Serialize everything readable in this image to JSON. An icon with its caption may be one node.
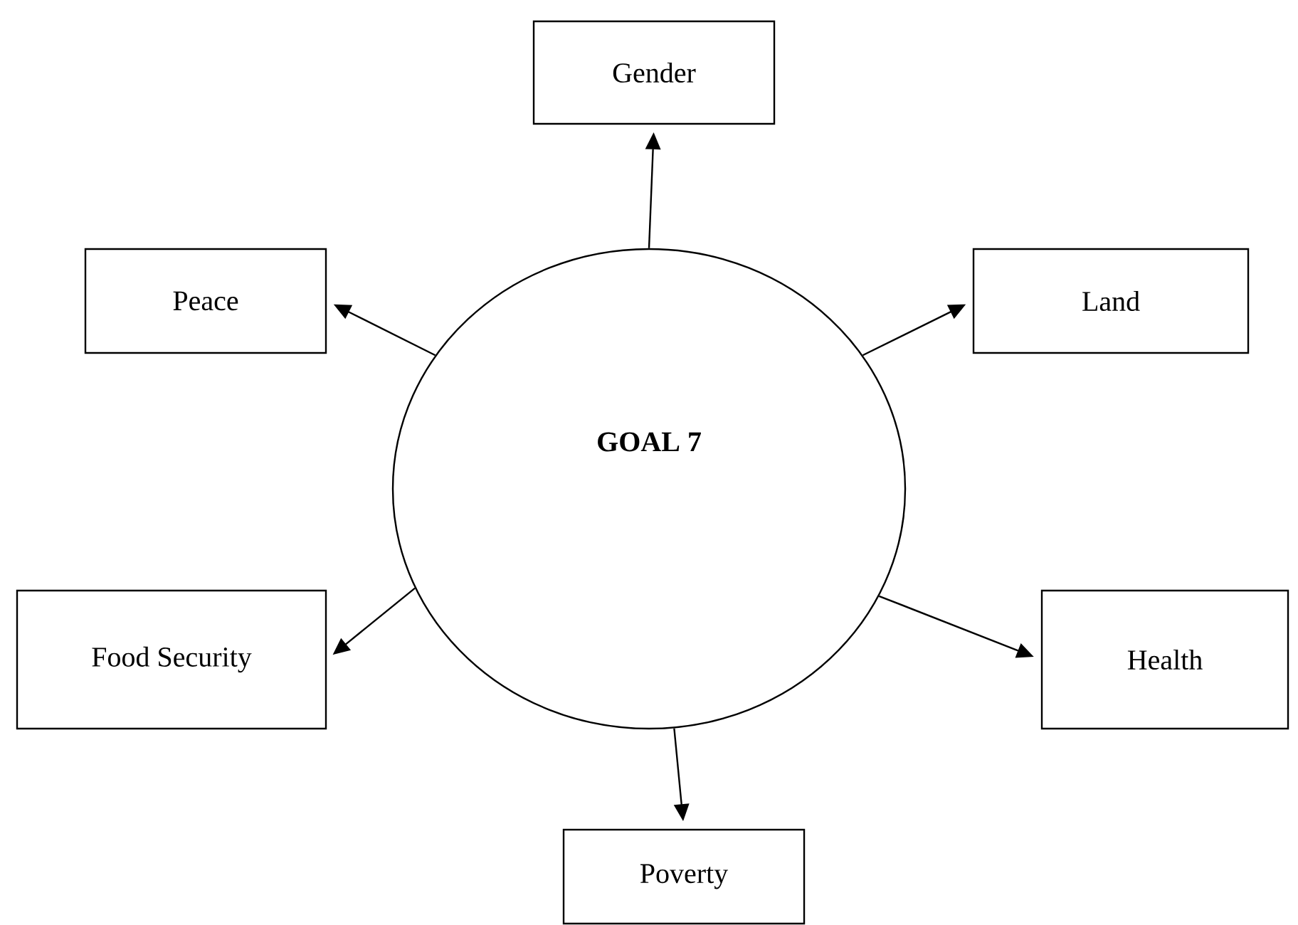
{
  "diagram": {
    "nodes": [
      {
        "text": [
          "Gender"
        ]
      },
      {
        "text": [
          "Peace"
        ]
      },
      {
        "text": [
          "GOAL 7"
        ]
      },
      {
        "text": [
          "Land"
        ]
      },
      {
        "text": [
          "Food Security"
        ]
      },
      {
        "text": [
          "Health"
        ]
      },
      {
        "text": [
          "Poverty"
        ]
      }
    ],
    "edges": [
      {
        "from": 2,
        "to": 0,
        "arrow": "to"
      },
      {
        "from": 2,
        "to": 1,
        "arrow": "to"
      },
      {
        "from": 2,
        "to": 3,
        "arrow": "to"
      },
      {
        "from": 2,
        "to": 4,
        "arrow": "to"
      },
      {
        "from": 2,
        "to": 5,
        "arrow": "to"
      },
      {
        "from": 2,
        "to": 6,
        "arrow": "to"
      }
    ]
  }
}
